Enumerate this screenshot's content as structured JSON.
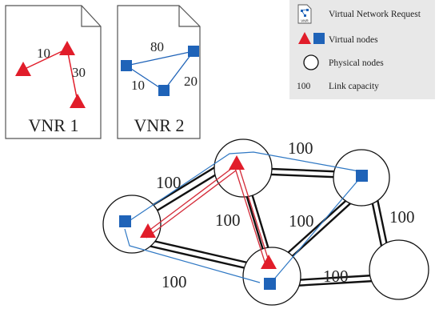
{
  "colors": {
    "virtual_red": "#e11d2a",
    "virtual_blue": "#1f63b8",
    "legend_bg": "#e8e8e8",
    "physical_link": "#111111",
    "mapping_red": "#d42a38",
    "mapping_blue": "#2f78c4"
  },
  "vnrs": [
    {
      "label": "VNR 1",
      "links": [
        "10",
        "30"
      ]
    },
    {
      "label": "VNR 2",
      "links": [
        "80",
        "10",
        "20"
      ]
    }
  ],
  "legend": {
    "items": [
      {
        "icon": "document-network-icon",
        "icon_text": "VNR",
        "label": "Virtual Network Request"
      },
      {
        "icon": "virtual-node-icons",
        "label": "Virtual nodes"
      },
      {
        "icon": "physical-node-icon",
        "label": "Physical nodes"
      },
      {
        "icon_text": "100",
        "label": "Link capacity"
      }
    ]
  },
  "physical_network": {
    "links": [
      {
        "id": "top-left",
        "capacity": "100"
      },
      {
        "id": "top-topright",
        "capacity": "100"
      },
      {
        "id": "top-mid",
        "capacity": "100"
      },
      {
        "id": "topright-mid",
        "capacity": "100"
      },
      {
        "id": "topright-bottomright",
        "capacity": "100"
      },
      {
        "id": "left-mid",
        "capacity": "100"
      },
      {
        "id": "mid-bottomright",
        "capacity": "100"
      }
    ]
  }
}
